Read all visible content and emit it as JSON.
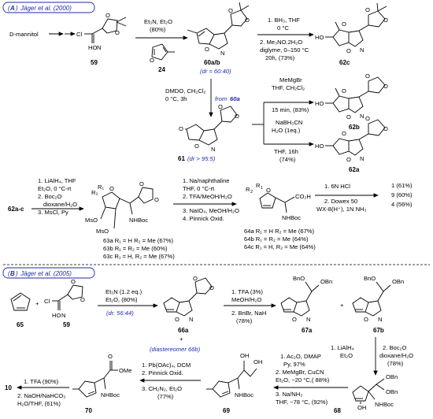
{
  "section_a": {
    "label_letter": "A",
    "label_author": "Jäger et al. (2000)",
    "start": "D-mannitol",
    "c59": "59",
    "c24": "24",
    "reagent_59_60": [
      "Et₃N, Et₂O",
      "(80%)"
    ],
    "c60ab": "60a/b",
    "dr_60": "(dr = 60:40)",
    "reagent_60_62c": [
      "1. BH₃, THF",
      "0 °C",
      "2. Me₃NO.2H₂O",
      "diglyme, 0–150 °C",
      "20h, (73%)"
    ],
    "c62c": "62c",
    "reagent_60_61": [
      "DMDO, CH₂Cl₂",
      "0 °C, 3h"
    ],
    "from_60a": "from 60a",
    "c61": "61",
    "dr_61": "(dr > 95:5)",
    "reagent_61_62b": [
      "MeMgBr",
      "THF, CH₂Cl₂",
      "15 min, (83%)"
    ],
    "c62b": "62b",
    "reagent_61_62a": [
      "NaBH₃CN",
      "H₂O (1eq.)",
      "THF, 16h",
      "(74%)"
    ],
    "c62a": "62a",
    "c62ac": "62a-c",
    "reagent_62_63": [
      "1. LiAlH₄, THF",
      "Et₂O, 0 °C-rt",
      "2. Boc₂O",
      "dioxane/H₂O",
      "3. MsCl, Py"
    ],
    "reagent_63_64": [
      "1. Na/naphthaline",
      "THF, 0 °C-rt",
      "2. TFA/MeOH/H₂O",
      "3. NaIO₄, MeOH/H₂O",
      "4. Pinnick Oxid."
    ],
    "c63": [
      "63a  R₁ = H R₂ = Me (67%)",
      "63b  R₁ = R₂ = Me (60%)",
      "63c  R₁ = H, R₂ = Me (67%)"
    ],
    "c64": [
      "64a  R₁ = H R₂ = Me (67%)",
      "64b  R₁ = R₂ = Me (64%)",
      "64c  R₁ = H, R₂ = Me (64%)"
    ],
    "reagent_64_final": [
      "1. 6N HCl",
      "2. Dowex 50",
      "WX-8(H⁺), 1N NH₃"
    ],
    "final_products": [
      "1 (61%)",
      "9 (60%)",
      "4 (56%)"
    ],
    "labels": {
      "r1": "R₁",
      "r2": "R₂",
      "mso": "MsO",
      "nhboc": "NHBoc",
      "co2h": "CO₂H",
      "ho": "HO",
      "o": "O",
      "n": "N",
      "cl": "Cl",
      "hon": "HO"
    }
  },
  "section_b": {
    "label_letter": "B",
    "label_author": "Jäger et al. (2005)",
    "c65": "65",
    "c59": "59",
    "reagent_65_66": [
      "Et₃N (1.2 eq.)",
      "Et₂O, (80%)"
    ],
    "dr_66": "(dr. 56:44)",
    "c66a": "66a",
    "diastereomer": "(diastereomer 66b)",
    "reagent_66_67": [
      "1. TFA (3%)",
      "MeOH/H₂O",
      "2. BnBr, NaH",
      "(78%)"
    ],
    "c67a": "67a",
    "c67b": "67b",
    "reagent_67_68": [
      "1. LiAlH₄",
      "Et₂O",
      "2. Boc₂O",
      "dioxane/H₂O",
      "(78%)"
    ],
    "reagent_68_69": [
      "1. Ac₂O, DMAP",
      "Py, 97%",
      "2. MeMgBr, CuCN",
      "Et₂O, −20 °C,( 88%)",
      "3. Na/NH₃",
      "THF, −78 °C, (92%)"
    ],
    "c68": "68",
    "c69": "69",
    "reagent_69_70": [
      "1. Pb(OAc)₄, DCM",
      "2. Pinnick Oxid.",
      "3. CH₂N₂, Et₂O",
      "(77%)"
    ],
    "c70": "70",
    "reagent_70_10": [
      "1. TFA (90%)",
      "2. NaOH/NaHCO₃",
      "H₂O/THF, (61%)"
    ],
    "c10": "10",
    "labels": {
      "bno": "BnO",
      "obn": "OBn",
      "oh": "OH",
      "nhboc": "NHBoc",
      "ome": "OMe",
      "o": "O",
      "n": "N",
      "ho": "HO",
      "plus": "+"
    }
  },
  "colors": {
    "author_label": "#1f2aa5",
    "frame": "#1f2aa5",
    "text": "#000000"
  }
}
